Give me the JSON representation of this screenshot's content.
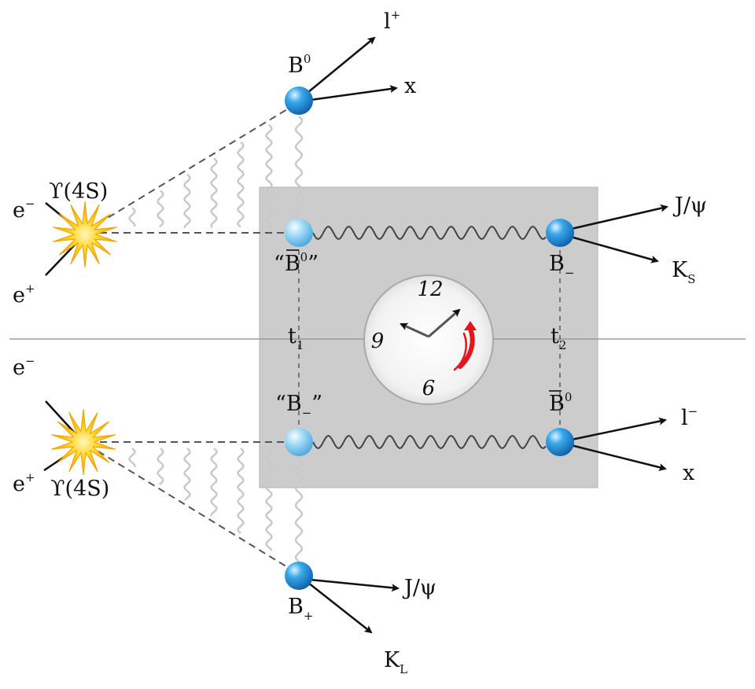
{
  "colors": {
    "background": "#ffffff",
    "panel": "#cccccc",
    "panel_edge": "#b5b5b5",
    "axis_line": "#9a9a9a",
    "particle_dark": "#1f8fd8",
    "particle_light": "#8fd2f5",
    "star": "#ffc21a",
    "star_core": "#fff3a0",
    "arrow": "#111111",
    "dashed": "#555555",
    "wavy": "#444444",
    "wavy_faint": "#c9c9c9",
    "clock_hand": "#555555",
    "clock_arrow": "#e3161b"
  },
  "icons": {
    "collision": "starburst-icon",
    "particle": "sphere-icon",
    "clock": "clock-icon"
  },
  "top_event": {
    "upsilon": {
      "base": "ϒ(4S)"
    },
    "electron": {
      "base": "e",
      "sup": "−"
    },
    "positron": {
      "base": "e",
      "sup": "+"
    },
    "upper_meson": {
      "base": "B",
      "sup": "0"
    },
    "lepton": {
      "base": "l",
      "sup": "+"
    },
    "x": {
      "base": "x"
    },
    "entangled_meson": {
      "open": "“",
      "base": "B",
      "sup": "0",
      "close": "”"
    },
    "decay_meson": {
      "base": "B",
      "sub": "−"
    },
    "jpsi": {
      "base": "J/ψ"
    },
    "kshort": {
      "base": "K",
      "sub": "S"
    }
  },
  "bottom_event": {
    "upsilon": {
      "base": "ϒ(4S)"
    },
    "electron": {
      "base": "e",
      "sup": "−"
    },
    "positron": {
      "base": "e",
      "sup": "+"
    },
    "entangled_meson": {
      "open": "“",
      "base": "B",
      "sub": "−",
      "close": "”"
    },
    "decay_meson": {
      "base": "B",
      "sup": "0"
    },
    "lepton": {
      "base": "l",
      "sup": "−"
    },
    "x": {
      "base": "x"
    },
    "lower_meson": {
      "base": "B",
      "sub": "+"
    },
    "jpsi": {
      "base": "J/ψ"
    },
    "klong": {
      "base": "K",
      "sub": "L"
    }
  },
  "times": {
    "t1": {
      "base": "t",
      "sub": "1"
    },
    "t2": {
      "base": "t",
      "sub": "2"
    }
  },
  "clock": {
    "n12": "12",
    "n9": "9",
    "n6": "6"
  }
}
